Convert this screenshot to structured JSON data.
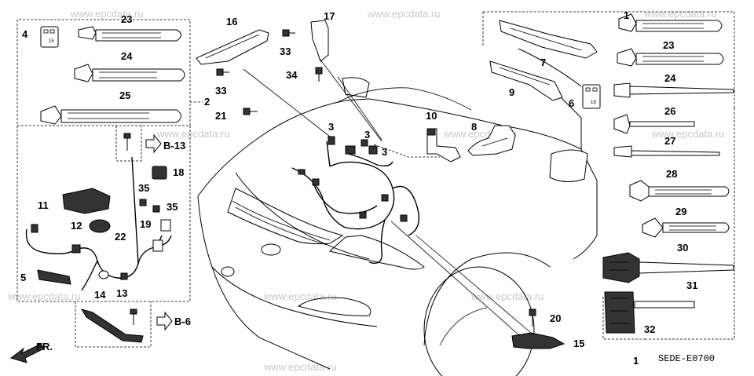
{
  "watermark": "www.epcdata.ru",
  "diagram_code": "SEDE-E0700",
  "front_label": "FR.",
  "refs": {
    "b13": "B-13",
    "b6": "B-6"
  },
  "callouts": {
    "p1": "1",
    "p2": "2",
    "p3a": "3",
    "p3b": "3",
    "p3c": "3",
    "p4": "4",
    "p5": "5",
    "p6": "6",
    "p7": "7",
    "p8": "8",
    "p9": "9",
    "p10": "10",
    "p11": "11",
    "p12": "12",
    "p13": "13",
    "p14": "14",
    "p15": "15",
    "p16": "16",
    "p17": "17",
    "p18": "18",
    "p19": "19",
    "p20": "20",
    "p21": "21",
    "p22": "22",
    "p23a": "23",
    "p23b": "23",
    "p24a": "24",
    "p24b": "24",
    "p25": "25",
    "p26": "26",
    "p27": "27",
    "p28": "28",
    "p29": "29",
    "p30": "30",
    "p31": "31",
    "p32": "32",
    "p33a": "33",
    "p33b": "33",
    "p34": "34",
    "p35a": "35",
    "p35b": "35"
  },
  "relay_marks": {
    "left": "15",
    "right": "19"
  }
}
